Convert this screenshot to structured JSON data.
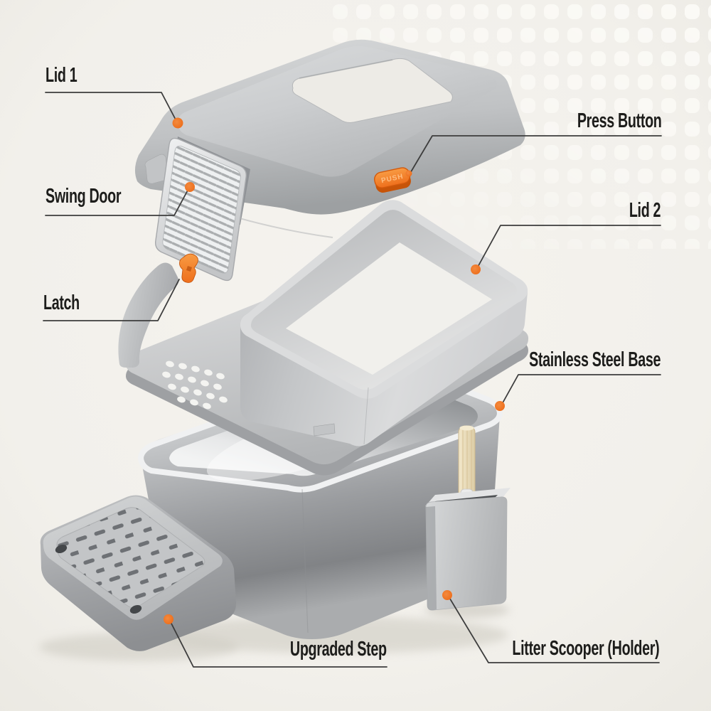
{
  "canvas": {
    "background_color": "#f2f0eb",
    "dot_pattern_color": "#fbfaf6"
  },
  "style": {
    "accent_orange": "#ee7124",
    "leader_line_color": "#3d3d3d",
    "label_text_color": "#1d1d1b"
  },
  "callouts": {
    "lid1": {
      "label": "Lid 1"
    },
    "press_button": {
      "label": "Press Button",
      "embossed_text": "PUSH"
    },
    "swing_door": {
      "label": "Swing Door"
    },
    "lid2": {
      "label": "Lid 2"
    },
    "latch": {
      "label": "Latch"
    },
    "stainless_steel_base": {
      "label": "Stainless Steel Base"
    },
    "upgraded_step": {
      "label": "Upgraded Step"
    },
    "litter_scooper_holder": {
      "label": "Litter Scooper (Holder)"
    }
  }
}
